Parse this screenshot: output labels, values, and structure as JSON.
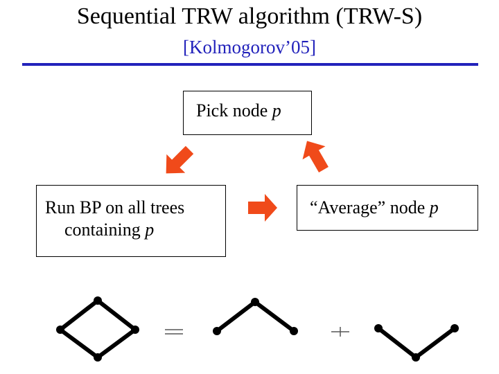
{
  "slide": {
    "title": "Sequential TRW algorithm (TRW-S)",
    "subtitle": "[Kolmogorov’05]"
  },
  "boxes": {
    "pick": {
      "text": "Pick node ",
      "var": "p"
    },
    "run": {
      "line1": "Run BP on all trees",
      "line2_text": "containing ",
      "var": "p"
    },
    "average": {
      "text": "“Average” node ",
      "var": "p"
    }
  },
  "equation": {
    "equals_symbol": "=",
    "plus_symbol": "+"
  },
  "colors": {
    "rule": "#2222bb",
    "subtitle": "#2222bb",
    "arrow": "#f04a1a",
    "graph": "#000000",
    "operator": "#555555"
  }
}
